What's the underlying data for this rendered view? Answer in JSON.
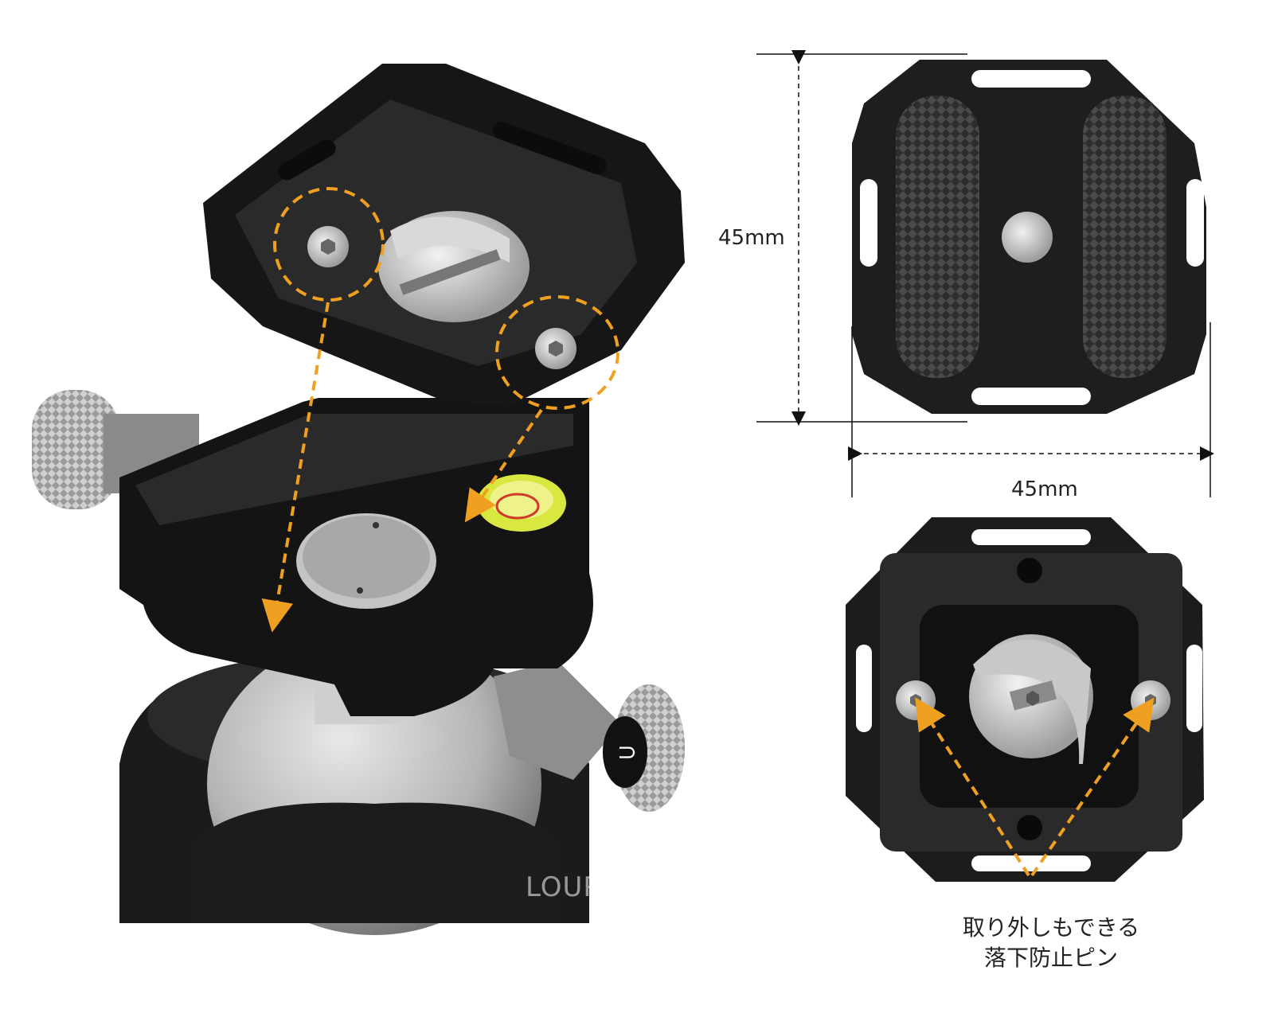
{
  "dimensions": {
    "height_label": "45mm",
    "width_label": "45mm"
  },
  "caption": {
    "line1": "取り外しもできる",
    "line2": "落下防止ピン"
  },
  "watermark": "LOUPE STUDIO",
  "colors": {
    "callout": "#f0a020",
    "plate": "#1a1a1a",
    "metal": "#bfbfbf",
    "bubble_level": "#d8e840",
    "background": "#ffffff"
  }
}
